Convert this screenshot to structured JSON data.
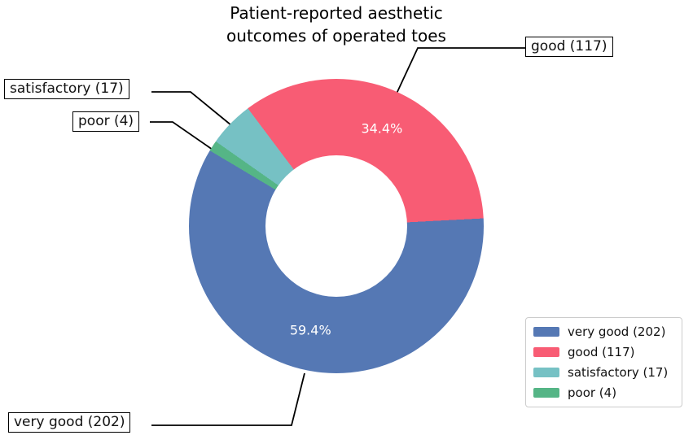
{
  "chart_data": {
    "type": "pie",
    "subtype": "donut",
    "title": "Patient-reported aesthetic outcomes of operated toes",
    "title_lines": [
      "Patient-reported aesthetic",
      "outcomes of operated toes"
    ],
    "slices": [
      {
        "name": "very good",
        "count": 202,
        "display": "very good (202)",
        "color": "#5578b4",
        "pct_label": "59.4%"
      },
      {
        "name": "good",
        "count": 117,
        "display": "good (117)",
        "color": "#f85c74",
        "pct_label": "34.4%"
      },
      {
        "name": "satisfactory",
        "count": 17,
        "display": "satisfactory (17)",
        "color": "#76c1c4",
        "pct_label": ""
      },
      {
        "name": "poor",
        "count": 4,
        "display": "poor (4)",
        "color": "#55b586",
        "pct_label": ""
      }
    ],
    "legend": {
      "position": "lower right"
    },
    "background_color": "#ffffff",
    "callout_line_color": "#000000",
    "pct_text_color": "#ffffff"
  }
}
